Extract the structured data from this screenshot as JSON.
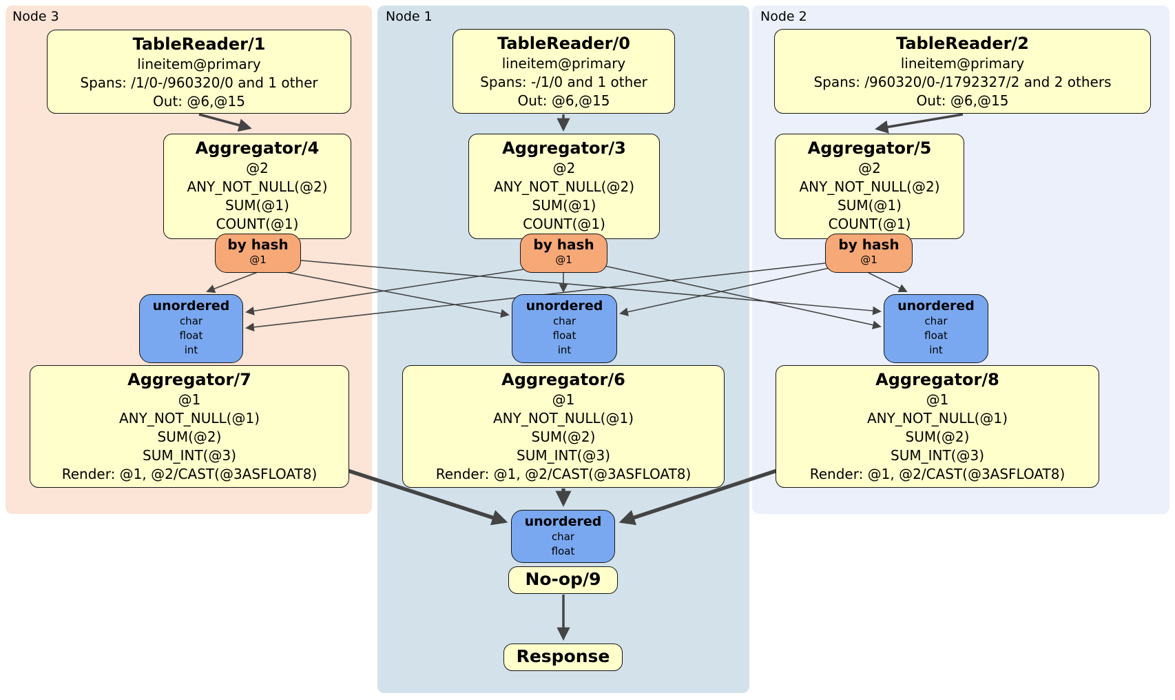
{
  "colors": {
    "panel_node3": "#fce4d6",
    "panel_node1": "#d3e1eb",
    "panel_node2": "#ebf0fb",
    "processor_fill": "#ffffcc",
    "router_fill": "#f6a877",
    "sync_fill": "#7aa8f0",
    "edge": "#444444"
  },
  "panels": {
    "node3": {
      "label": "Node 3"
    },
    "node1": {
      "label": "Node 1"
    },
    "node2": {
      "label": "Node 2"
    }
  },
  "boxes": {
    "tr1": {
      "title": "TableReader/1",
      "lines": [
        "lineitem@primary",
        "Spans: /1/0-/960320/0 and 1 other",
        "Out: @6,@15"
      ]
    },
    "tr0": {
      "title": "TableReader/0",
      "lines": [
        "lineitem@primary",
        "Spans: -/1/0 and 1 other",
        "Out: @6,@15"
      ]
    },
    "tr2": {
      "title": "TableReader/2",
      "lines": [
        "lineitem@primary",
        "Spans: /960320/0-/1792327/2 and 2 others",
        "Out: @6,@15"
      ]
    },
    "agg4": {
      "title": "Aggregator/4",
      "lines": [
        "@2",
        "ANY_NOT_NULL(@2)",
        "SUM(@1)",
        "COUNT(@1)"
      ]
    },
    "agg3": {
      "title": "Aggregator/3",
      "lines": [
        "@2",
        "ANY_NOT_NULL(@2)",
        "SUM(@1)",
        "COUNT(@1)"
      ]
    },
    "agg5": {
      "title": "Aggregator/5",
      "lines": [
        "@2",
        "ANY_NOT_NULL(@2)",
        "SUM(@1)",
        "COUNT(@1)"
      ]
    },
    "agg7": {
      "title": "Aggregator/7",
      "lines": [
        "@1",
        "ANY_NOT_NULL(@1)",
        "SUM(@2)",
        "SUM_INT(@3)",
        "Render: @1, @2/CAST(@3ASFLOAT8)"
      ]
    },
    "agg6": {
      "title": "Aggregator/6",
      "lines": [
        "@1",
        "ANY_NOT_NULL(@1)",
        "SUM(@2)",
        "SUM_INT(@3)",
        "Render: @1, @2/CAST(@3ASFLOAT8)"
      ]
    },
    "agg8": {
      "title": "Aggregator/8",
      "lines": [
        "@1",
        "ANY_NOT_NULL(@1)",
        "SUM(@2)",
        "SUM_INT(@3)",
        "Render: @1, @2/CAST(@3ASFLOAT8)"
      ]
    },
    "noop": {
      "title": "No-op/9"
    },
    "response": {
      "title": "Response"
    }
  },
  "routers": {
    "hash3": {
      "title": "by hash",
      "detail": "@1"
    },
    "hash1": {
      "title": "by hash",
      "detail": "@1"
    },
    "hash2": {
      "title": "by hash",
      "detail": "@1"
    }
  },
  "syncs": {
    "uno3": {
      "title": "unordered",
      "streams": [
        "char",
        "float",
        "int"
      ]
    },
    "uno1": {
      "title": "unordered",
      "streams": [
        "char",
        "float",
        "int"
      ]
    },
    "uno2": {
      "title": "unordered",
      "streams": [
        "char",
        "float",
        "int"
      ]
    },
    "unoFinal": {
      "title": "unordered",
      "streams": [
        "char",
        "float"
      ]
    }
  }
}
